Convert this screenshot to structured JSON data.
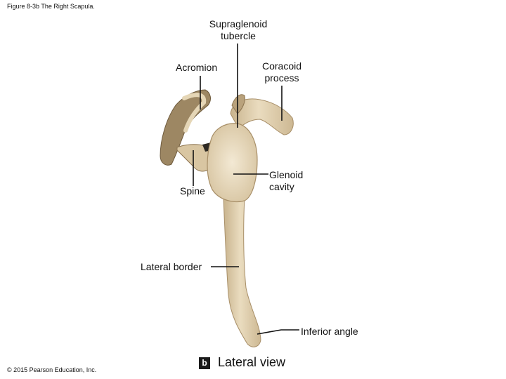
{
  "figure": {
    "title": "Figure 8-3b The Right Scapula.",
    "copyright": "© 2015 Pearson Education, Inc."
  },
  "image": {
    "subject": "scapula-bone-lateral-view",
    "colors": {
      "bone": "#e3d3b3",
      "bone_shadow": "#b89f77",
      "bone_dark": "#6e5a3c",
      "leader": "#111111"
    }
  },
  "labels": {
    "supraglenoid_line1": "Supraglenoid",
    "supraglenoid_line2": "tubercle",
    "acromion": "Acromion",
    "coracoid_line1": "Coracoid",
    "coracoid_line2": "process",
    "glenoid_line1": "Glenoid",
    "glenoid_line2": "cavity",
    "spine": "Spine",
    "lateral_border": "Lateral border",
    "inferior_angle": "Inferior angle"
  },
  "view": {
    "badge": "b",
    "title": "Lateral view"
  }
}
